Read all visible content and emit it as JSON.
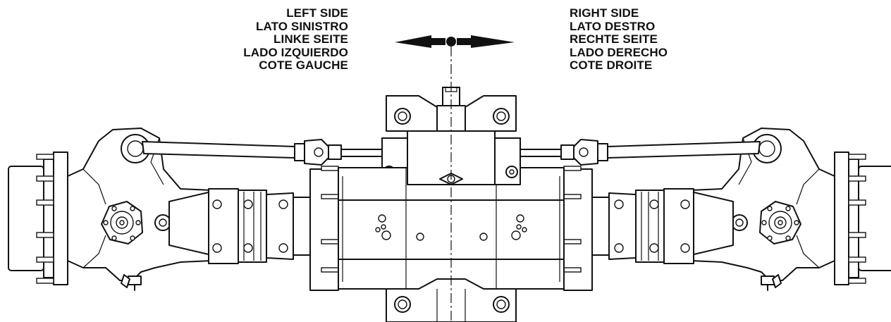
{
  "left_labels": [
    "LEFT SIDE",
    "LATO SINISTRO",
    "LINKE SEITE",
    "LADO IZQUIERDO",
    "COTE GAUCHE"
  ],
  "right_labels": [
    "RIGHT SIDE",
    "LATO DESTRO",
    "RECHTE SEITE",
    "LADO DERECHO",
    "COTE DROITE"
  ]
}
